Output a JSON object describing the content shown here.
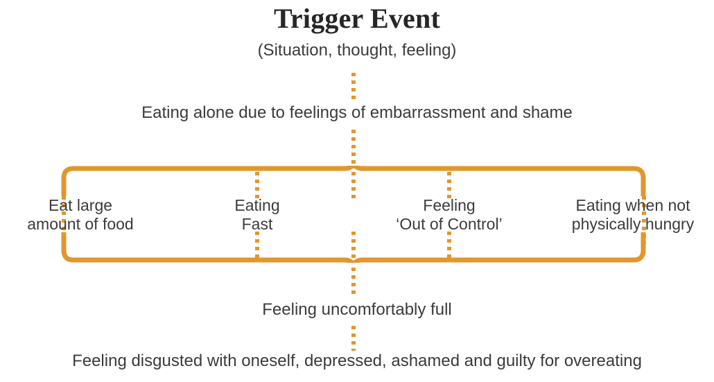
{
  "diagram": {
    "title": "Trigger Event",
    "subtitle": "(Situation, thought, feeling)",
    "accent_color": "#E2962C",
    "text_color": "#3b3b3b",
    "title_color": "#262626",
    "background_color": "#ffffff",
    "flow": {
      "trigger_consequence": "Eating alone due to feelings of embarrassment and shame",
      "feeling_full": "Feeling uncomfortably full",
      "emotional_aftermath": "Feeling disgusted with oneself, depressed, ashamed and guilty for overeating"
    },
    "criteria": [
      {
        "line1": "Eat large",
        "line2": "amount of food"
      },
      {
        "line1": "Eating",
        "line2": "Fast"
      },
      {
        "line1": "Feeling",
        "line2": "‘Out of Control’"
      },
      {
        "line1": "Eating when not",
        "line2": "physically hungry"
      }
    ]
  }
}
